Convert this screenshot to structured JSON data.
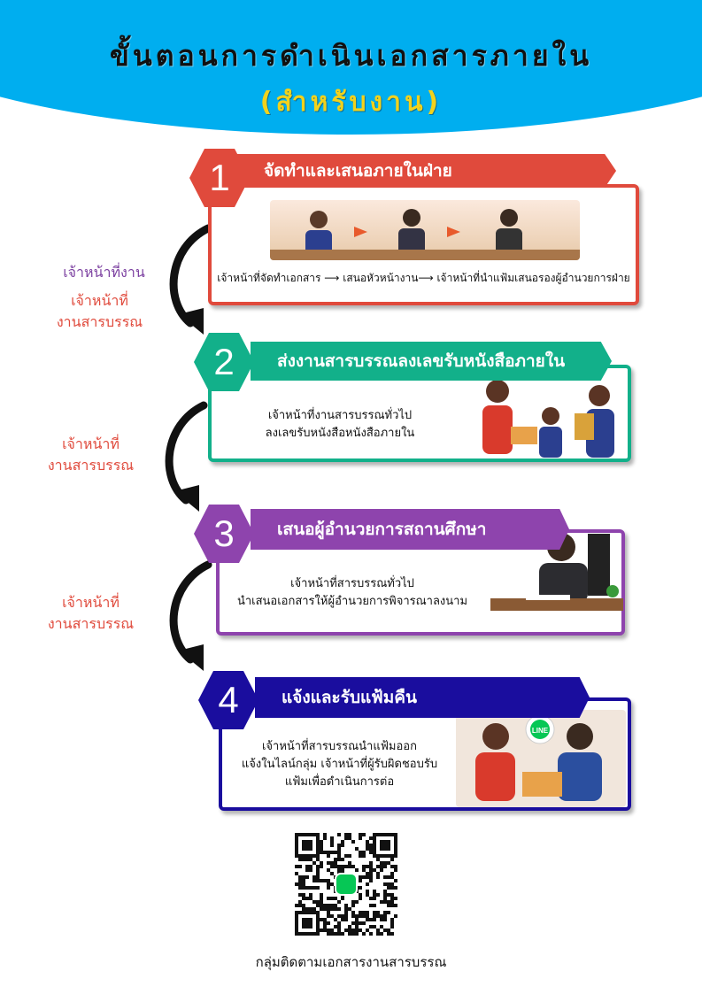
{
  "header": {
    "title": "ขั้นตอนการดำเนินเอกสารภายใน",
    "subtitle": "(สำหรับงาน)"
  },
  "colors": {
    "header": "#00aeef",
    "step1": "#e04a3c",
    "step2": "#12b08a",
    "step3": "#8e44ad",
    "step4": "#1a0d9e"
  },
  "steps": [
    {
      "number": "1",
      "title": "จัดทำและเสนอภายในฝ่าย",
      "description": "เจ้าหน้าที่จัดทำเอกสาร ⟶ เสนอหัวหน้างาน⟶ เจ้าหน้าที่นำแฟ้มเสนอรองผู้อำนวยการฝ่าย"
    },
    {
      "number": "2",
      "title": "ส่งงานสารบรรณลงเลขรับหนังสือภายใน",
      "description": [
        "เจ้าหน้าที่งานสารบรรณทั่วไป",
        "ลงเลขรับหนังสือหนังสือภายใน"
      ]
    },
    {
      "number": "3",
      "title": "เสนอผู้อำนวยการสถานศึกษา",
      "description": [
        "เจ้าหน้าที่สารบรรณทั่วไป",
        "นำเสนอเอกสารให้ผู้อำนวยการพิจารณาลงนาม"
      ]
    },
    {
      "number": "4",
      "title": "แจ้งและรับแฟ้มคืน",
      "description": [
        "เจ้าหน้าที่สารบรรณนำแฟ้มออก",
        "แจ้งในไลน์กลุ่ม เจ้าหน้าที่ผู้รับผิดชอบรับ",
        "แฟ้มเพื่อดำเนินการต่อ"
      ]
    }
  ],
  "side_labels": [
    {
      "line1": "เจ้าหน้าที่งาน"
    },
    {
      "line1": "เจ้าหน้าที่",
      "line2": "งานสารบรรณ"
    },
    {
      "line1": "เจ้าหน้าที่",
      "line2": "งานสารบรรณ"
    },
    {
      "line1": "เจ้าหน้าที่",
      "line2": "งานสารบรรณ"
    }
  ],
  "line_badge": "LINE",
  "qr_caption": "กลุ่มติดตามเอกสารงานสารบรรณ"
}
